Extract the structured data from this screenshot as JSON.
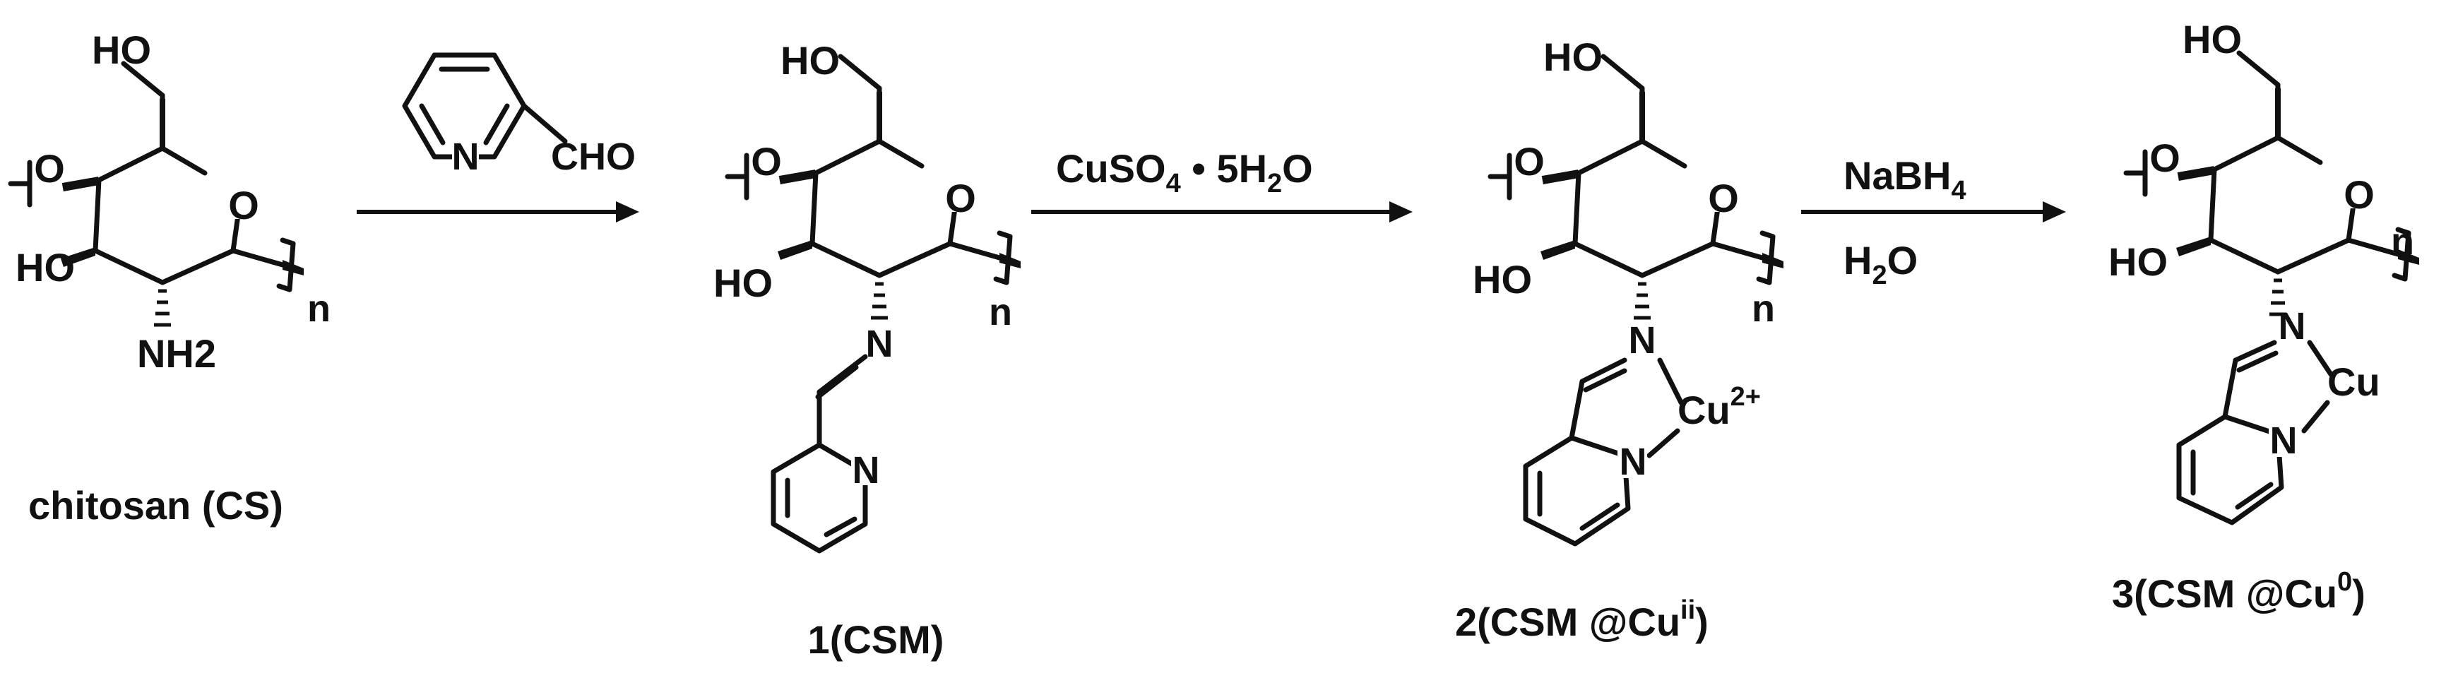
{
  "compounds": [
    {
      "label": "chitosan (CS)"
    },
    {
      "label": "1(CSM)"
    },
    {
      "label": "2(CSM @Cu",
      "sup": "ii",
      "tail": ")"
    },
    {
      "label": "3(CSM @Cu",
      "sup": "0",
      "tail": ")"
    }
  ],
  "atoms": {
    "ho": "HO",
    "o": "O",
    "n": "N",
    "nh2": "NH2",
    "cu": "Cu",
    "cu_charge": "2+",
    "repeat": "n",
    "cho": "CHO"
  },
  "reagents": {
    "step2_main": "CuSO",
    "step2_sub": "4",
    "step2_tail": " • 5H",
    "step2_sub2": "2",
    "step2_end": "O",
    "step3_main": "NaBH",
    "step3_sub": "4",
    "step3_water": "H",
    "step3_water_sub": "2",
    "step3_water_end": "O"
  }
}
